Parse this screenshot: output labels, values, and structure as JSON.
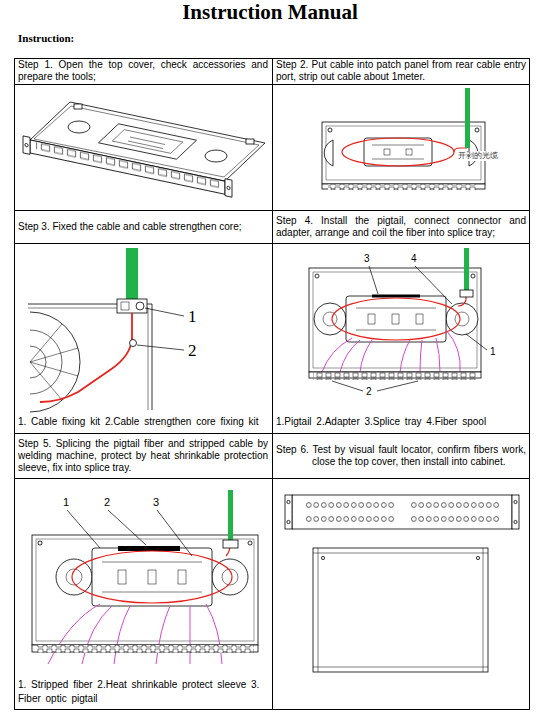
{
  "diagram": {
    "title": "Instruction Manual",
    "nodes": [
      {
        "text": [
          "Step 1. Open the top cover, check accessories and prepare the tools;"
        ]
      },
      {
        "text": [
          "Step 2. Put cable into patch panel from rear cable entry port, strip out cable about 1meter."
        ]
      },
      {
        "text": [
          "Step 3. Fixed the cable and cable strengthen core;"
        ]
      },
      {
        "text": [
          "Step 4. Install the pigtail, connect connector and adapter, arrange and coil the fiber into splice tray;"
        ]
      },
      {
        "text": [
          "1. Cable fixing kit 2.Cable strengthen core fixing kit"
        ]
      },
      {
        "text": [
          "1.Pigtail 2.Adapter 3.Splice tray 4.Fiber spool"
        ]
      },
      {
        "text": [
          "Step 5. Splicing the pigtail fiber and stripped cable by welding machine, protect by heat shrinkable protection sleeve, fix into splice tray."
        ]
      },
      {
        "text": [
          "Step 6. Test by visual fault locator, confirm fibers work, close the top cover, then install into cabinet."
        ]
      },
      {
        "text": [
          "1. Stripped fiber 2.Heat shrinkable protect sleeve 3. Fiber optic pigtail"
        ]
      }
    ],
    "labels": [
      "Instruction:",
      "开剥的光缆",
      "1",
      "2",
      "3",
      "4",
      "1",
      "2",
      "1",
      "2",
      "3"
    ]
  }
}
